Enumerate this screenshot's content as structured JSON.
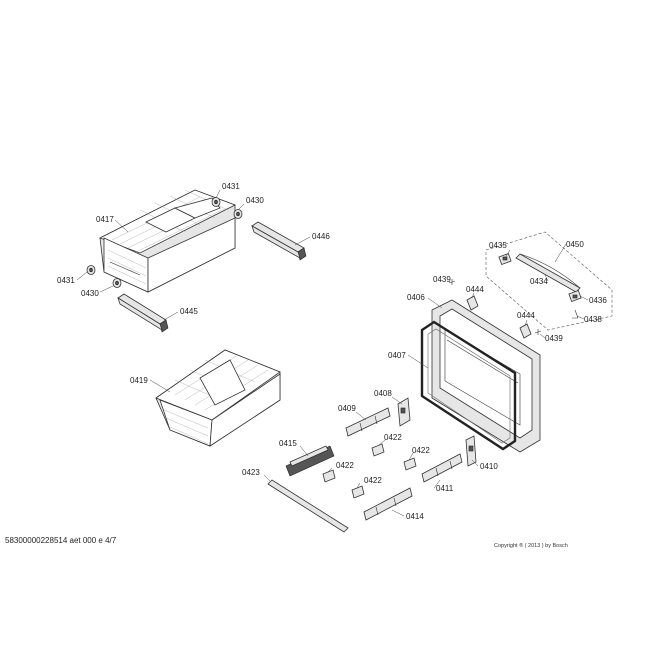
{
  "parts": {
    "p0417": "0417",
    "p0431a": "0431",
    "p0430a": "0430",
    "p0446": "0446",
    "p0431b": "0431",
    "p0430b": "0430",
    "p0445": "0445",
    "p0419": "0419",
    "p0435": "0435",
    "p0450": "0450",
    "p0434": "0434",
    "p0436": "0436",
    "p0438": "0438",
    "p0439a": "0439",
    "p0444a": "0444",
    "p0406": "0406",
    "p0444b": "0444",
    "p0439b": "0439",
    "p0407": "0407",
    "p0408": "0408",
    "p0409": "0409",
    "p0422a": "0422",
    "p0415": "0415",
    "p0422b": "0422",
    "p0422c": "0422",
    "p0410": "0410",
    "p0423": "0423",
    "p0422d": "0422",
    "p0411": "0411",
    "p0414": "0414"
  },
  "footer": {
    "document_id": "58300000228514 aet 000 e 4/7",
    "copyright": "Copyright ® ( 2013 ) by Bosch"
  }
}
